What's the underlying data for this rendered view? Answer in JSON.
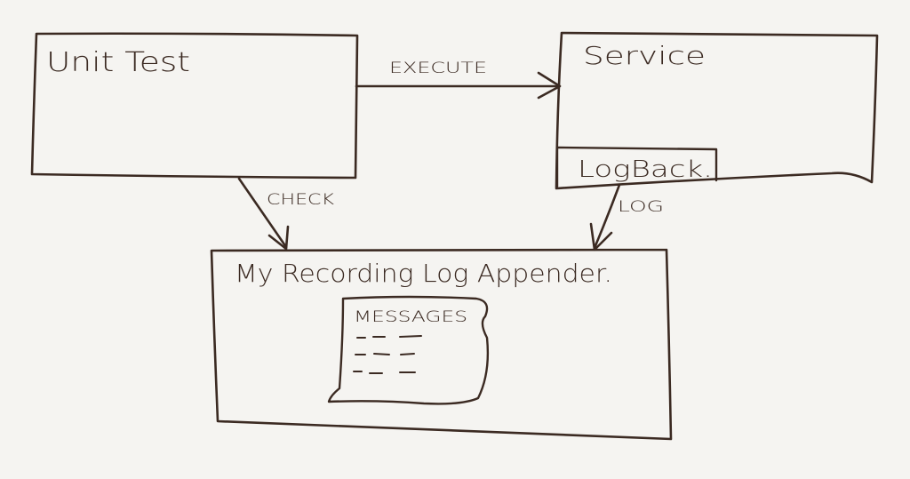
{
  "colors": {
    "paper": "#f5f4f1",
    "ink": "#3b2a22"
  },
  "nodes": {
    "unit_test": {
      "label": "Unit Test"
    },
    "service": {
      "label": "Service"
    },
    "logback": {
      "label": "LogBack."
    },
    "appender": {
      "label": "My Recording Log Appender."
    },
    "messages": {
      "label": "MESSAGES"
    }
  },
  "edges": {
    "execute": {
      "label": "EXECUTE"
    },
    "check": {
      "label": "CHECK"
    },
    "log": {
      "label": "LOG"
    }
  }
}
